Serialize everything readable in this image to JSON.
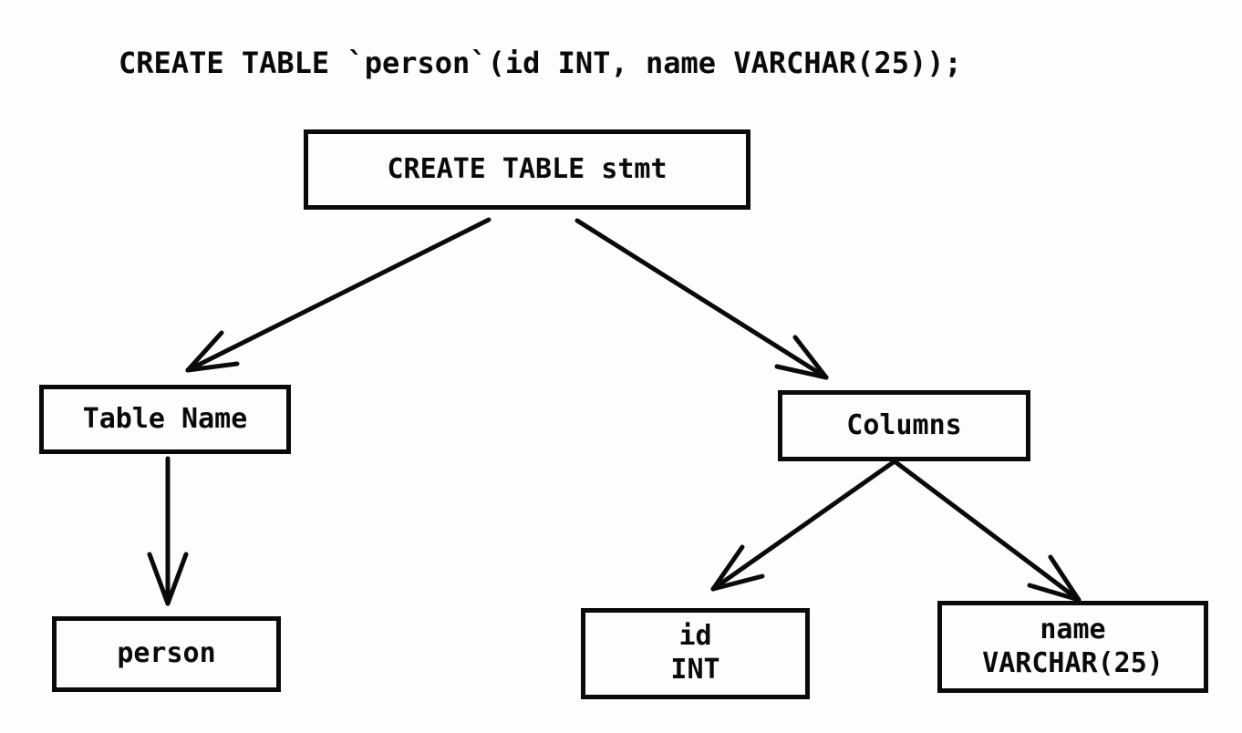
{
  "title": "CREATE TABLE `person`(id INT, name VARCHAR(25));",
  "diagram": {
    "nodes": {
      "stmt": {
        "label": "CREATE TABLE stmt"
      },
      "table_name": {
        "label": "Table Name"
      },
      "columns": {
        "label": "Columns"
      },
      "person": {
        "label": "person"
      },
      "id_col": {
        "line1": "id",
        "line2": "INT"
      },
      "name_col": {
        "line1": "name",
        "line2": "VARCHAR(25)"
      }
    },
    "edges": [
      {
        "from": "stmt",
        "to": "table_name"
      },
      {
        "from": "stmt",
        "to": "columns"
      },
      {
        "from": "table_name",
        "to": "person"
      },
      {
        "from": "columns",
        "to": "id_col"
      },
      {
        "from": "columns",
        "to": "name_col"
      }
    ],
    "colors": {
      "line": "#0a0a0a",
      "background": "#fdfdfd"
    }
  }
}
